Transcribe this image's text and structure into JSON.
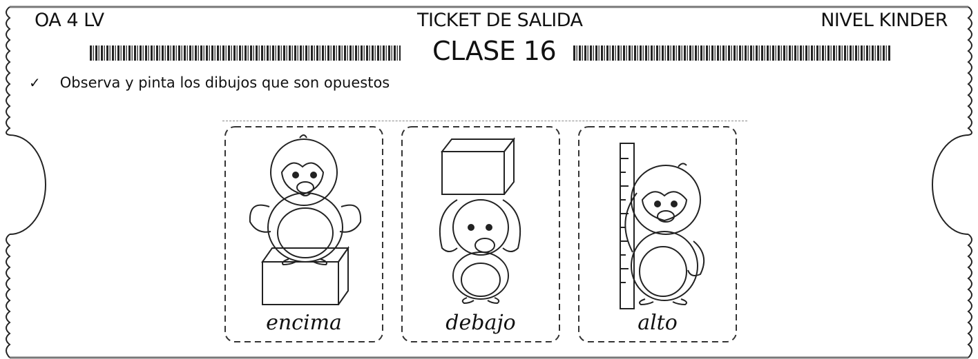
{
  "header": {
    "left": "OA 4 LV",
    "center": "TICKET DE SALIDA",
    "right": "NIVEL KINDER",
    "class_title": "CLASE 16"
  },
  "instruction": {
    "check_icon": "checkmark-icon",
    "text": "Observa y pinta los dibujos que son opuestos"
  },
  "cards": [
    {
      "label": "encima",
      "scene": "penguin-on-box"
    },
    {
      "label": "debajo",
      "scene": "penguin-under-box"
    },
    {
      "label": "alto",
      "scene": "penguin-by-ruler"
    }
  ]
}
